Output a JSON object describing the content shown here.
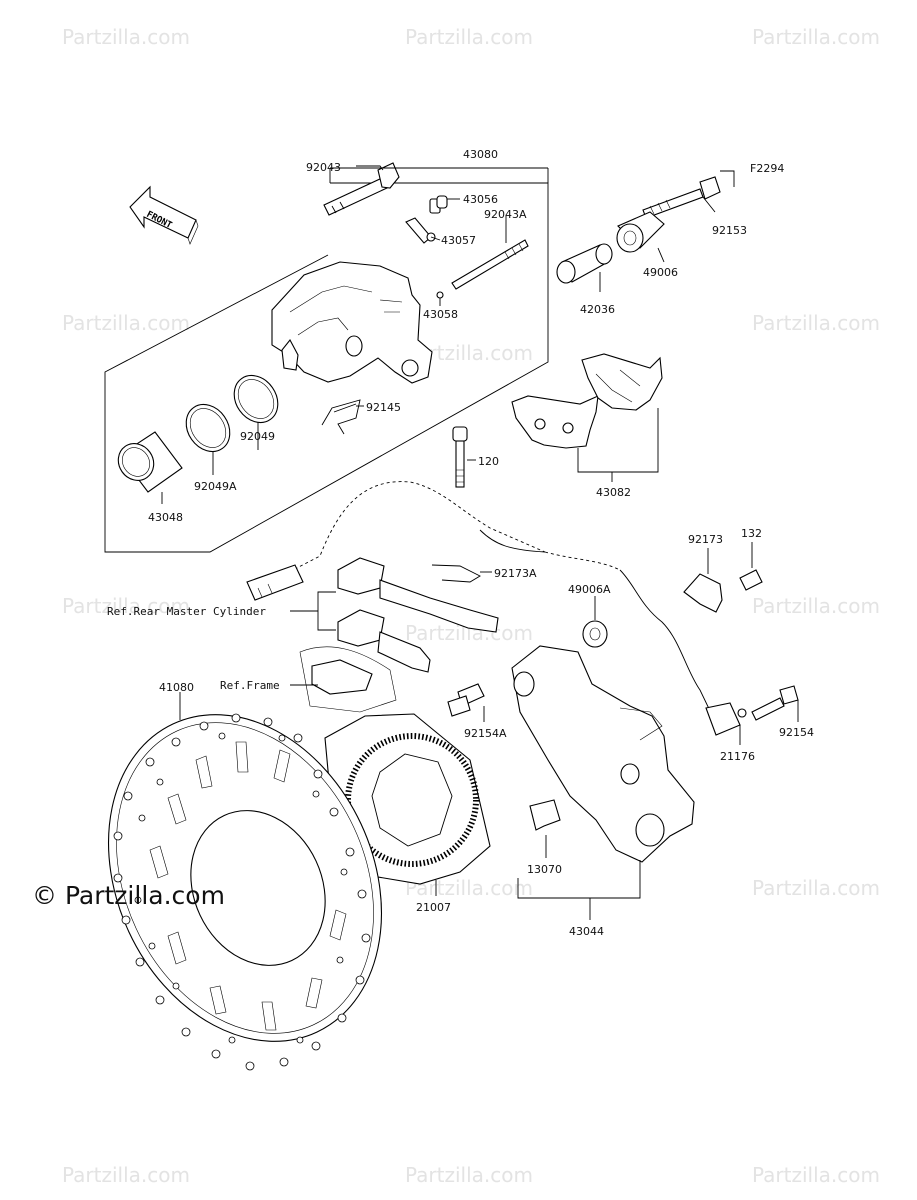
{
  "watermark": {
    "text": "Partzilla.com"
  },
  "copyright": "© Partzilla.com",
  "front_arrow": {
    "label": "FRONT",
    "icon": "front-direction-arrow-icon"
  },
  "diagram_code": "F2294",
  "references": {
    "rear_master_cylinder": "Ref.Rear Master Cylinder",
    "frame": "Ref.Frame"
  },
  "parts": [
    "92043",
    "43080",
    "43056",
    "92043A",
    "43057",
    "43058",
    "92153",
    "49006",
    "42036",
    "92145",
    "92049",
    "92049A",
    "43048",
    "120",
    "43082",
    "92173A",
    "92173",
    "132",
    "49006A",
    "92154",
    "21176",
    "41080",
    "92154A",
    "21007",
    "13070",
    "43044"
  ]
}
